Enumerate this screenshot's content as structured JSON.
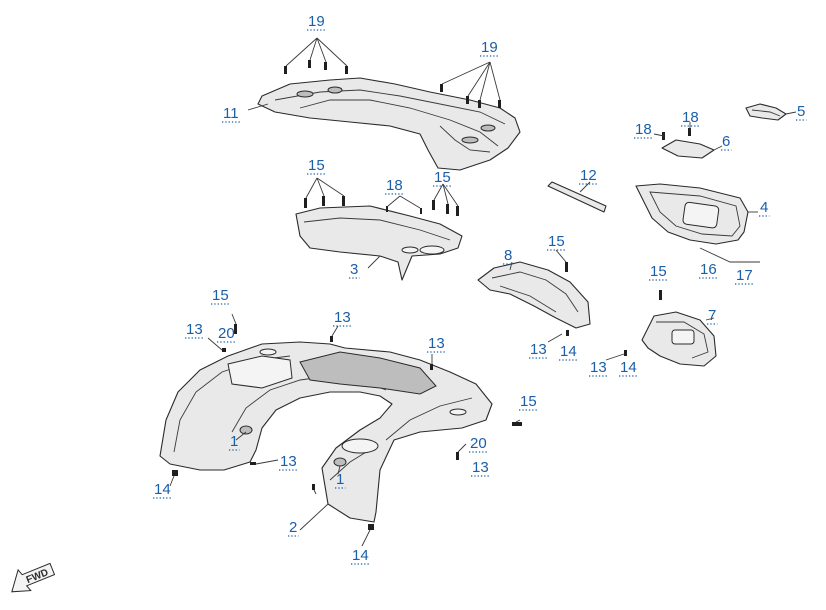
{
  "callouts": [
    {
      "id": "c19a",
      "label": "19"
    },
    {
      "id": "c19b",
      "label": "19"
    },
    {
      "id": "c11",
      "label": "11"
    },
    {
      "id": "c5",
      "label": "5"
    },
    {
      "id": "c18a",
      "label": "18"
    },
    {
      "id": "c18b",
      "label": "18"
    },
    {
      "id": "c6",
      "label": "6"
    },
    {
      "id": "c12",
      "label": "12"
    },
    {
      "id": "c4",
      "label": "4"
    },
    {
      "id": "c15a",
      "label": "15"
    },
    {
      "id": "c18c",
      "label": "18"
    },
    {
      "id": "c15b",
      "label": "15"
    },
    {
      "id": "c3",
      "label": "3"
    },
    {
      "id": "c15c",
      "label": "15"
    },
    {
      "id": "c8",
      "label": "8"
    },
    {
      "id": "c15d",
      "label": "15"
    },
    {
      "id": "c16",
      "label": "16"
    },
    {
      "id": "c17",
      "label": "17"
    },
    {
      "id": "c7",
      "label": "7"
    },
    {
      "id": "c15e",
      "label": "15"
    },
    {
      "id": "c13a",
      "label": "13"
    },
    {
      "id": "c20a",
      "label": "20"
    },
    {
      "id": "c13b",
      "label": "13"
    },
    {
      "id": "c13c",
      "label": "13"
    },
    {
      "id": "c13d",
      "label": "13"
    },
    {
      "id": "c14a",
      "label": "14"
    },
    {
      "id": "c13e",
      "label": "13"
    },
    {
      "id": "c14b",
      "label": "14"
    },
    {
      "id": "c15f",
      "label": "15"
    },
    {
      "id": "c1a",
      "label": "1"
    },
    {
      "id": "c20b",
      "label": "20"
    },
    {
      "id": "c13f",
      "label": "13"
    },
    {
      "id": "c13g",
      "label": "13"
    },
    {
      "id": "c14c",
      "label": "14"
    },
    {
      "id": "c1b",
      "label": "1"
    },
    {
      "id": "c2",
      "label": "2"
    },
    {
      "id": "c14d",
      "label": "14"
    }
  ],
  "fwd_label": "FWD",
  "colors": {
    "callout": "#1a5fa8",
    "line": "#2b2b2b",
    "part_fill": "#e9e9e9"
  }
}
